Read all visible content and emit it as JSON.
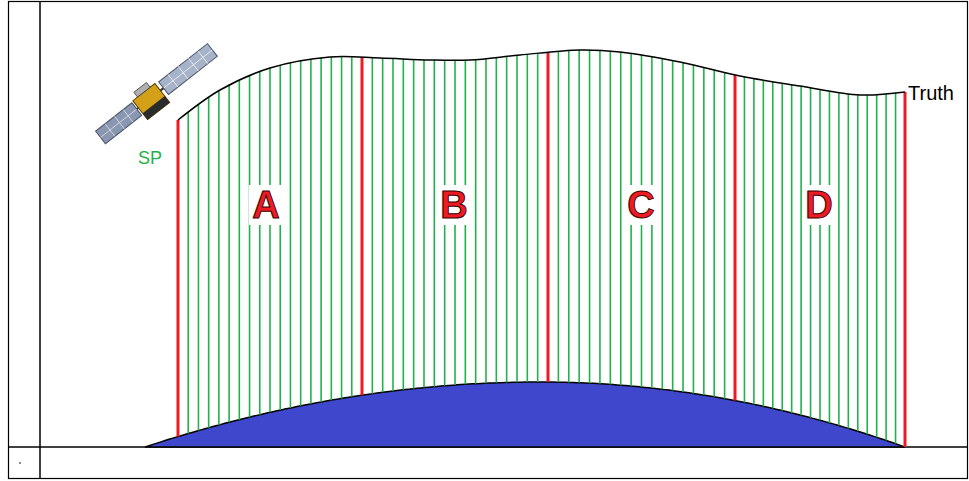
{
  "diagram": {
    "labels": [
      "SP",
      "A",
      "B",
      "C",
      "D",
      "Truth"
    ]
  }
}
